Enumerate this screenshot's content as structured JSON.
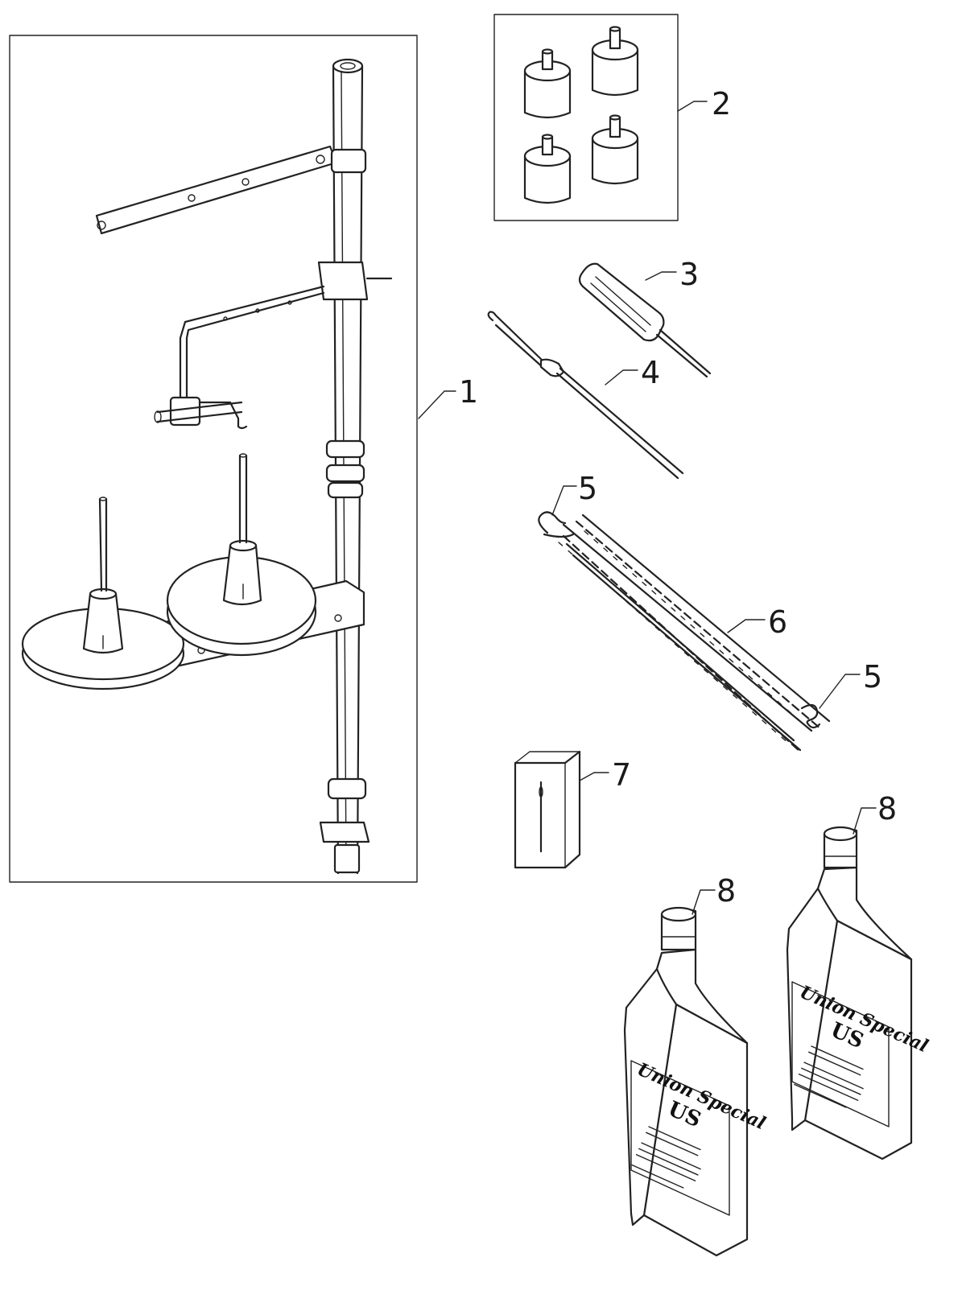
{
  "callouts": {
    "c1": "1",
    "c2": "2",
    "c3": "3",
    "c4": "4",
    "c5a": "5",
    "c5b": "5",
    "c6": "6",
    "c7": "7",
    "c8a": "8",
    "c8b": "8"
  },
  "bottle_brand": "Union Special",
  "bottle_logo_letters": "US",
  "colors": {
    "line": "#222222",
    "background": "#ffffff"
  }
}
